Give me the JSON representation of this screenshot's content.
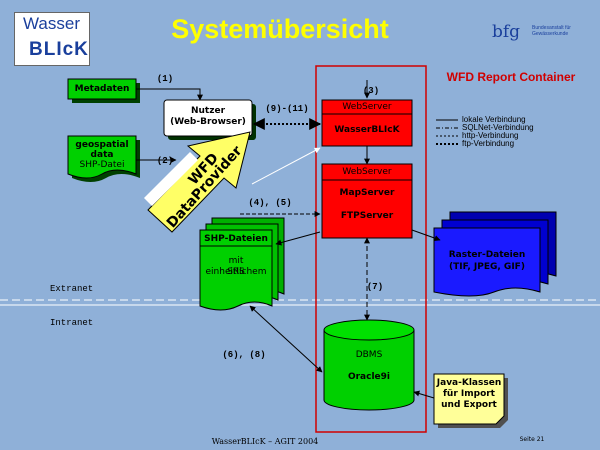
{
  "title": "Systemübersicht",
  "logos": {
    "wasser_line1": "Wasser",
    "wasser_line2": "BLIcK",
    "bfg_main": "bfg",
    "bfg_sub": "Bundesanstalt für Gewässerkunde"
  },
  "nodes": {
    "metadaten": "Metadaten",
    "geospatial_1": "geospatial",
    "geospatial_2": "data",
    "geospatial_3": "SHP-Datei",
    "nutzer_1": "Nutzer",
    "nutzer_2": "(Web-Browser)",
    "webserver_top": "WebServer",
    "wasserblick": "WasserBLIcK",
    "webserver_mid": "WebServer",
    "mapserver": "MapServer",
    "ftpserver": "FTPServer",
    "shp_1": "SHP-Dateien",
    "shp_2": "mit einheitlichem",
    "shp_3": "SRS",
    "raster_1": "Raster-Dateien",
    "raster_2": "(TIF, JPEG, GIF)",
    "dbms_1": "DBMS",
    "dbms_2": "Oracle9i",
    "java_1": "Java-Klassen",
    "java_2": "für Import",
    "java_3": "und Export"
  },
  "container_title": "WFD Report Container",
  "provider_1": "WFD",
  "provider_2": "DataProvider",
  "edge_labels": {
    "e1": "(1)",
    "e2": "(2)",
    "e3": "(3)",
    "e4": "(4), (5)",
    "e6": "(6), (8)",
    "e7": "(7)",
    "e9": "(9)-(11)"
  },
  "zones": {
    "extranet": "Extranet",
    "intranet": "Intranet"
  },
  "legend": {
    "lokal": "lokale Verbindung",
    "sqlnet": "SQLNet-Verbindung",
    "http": "http-Verbindung",
    "ftp": "ftp-Verbindung"
  },
  "footer": {
    "left": "WasserBLIcK – AGIT 2004",
    "right": "Seite 21"
  },
  "colors": {
    "background": "#8fb0d8",
    "title": "#ffff00",
    "box_green": "#00d000",
    "box_yellow": "#ffff99",
    "box_red": "#ff0000",
    "box_blue": "#1a1aff",
    "container_border": "#d00000"
  }
}
